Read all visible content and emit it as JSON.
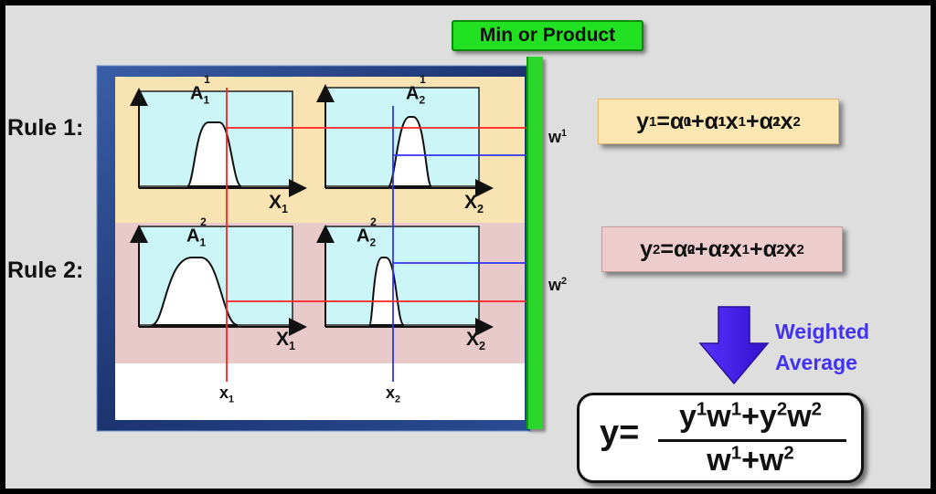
{
  "header": {
    "min_or_product": "Min or Product"
  },
  "rules": [
    {
      "label": "Rule 1:",
      "weight_base": "w",
      "weight_sup": "1"
    },
    {
      "label": "Rule 2:",
      "weight_base": "w",
      "weight_sup": "2"
    }
  ],
  "membership": {
    "A11_base": "A",
    "A11_sub": "1",
    "A11_sup": "1",
    "A21_base": "A",
    "A21_sub": "2",
    "A21_sup": "1",
    "A12_base": "A",
    "A12_sub": "1",
    "A12_sup": "2",
    "A22_base": "A",
    "A22_sub": "2",
    "A22_sup": "2"
  },
  "axes": {
    "X_base": "X",
    "X1_sub": "1",
    "X2_sub": "2",
    "x_base": "x",
    "x1_sub": "1",
    "x2_sub": "2"
  },
  "equations": {
    "y": "y",
    "alpha": "α",
    "x": "x",
    "eq": "=",
    "plus": "+",
    "one": "1",
    "two": "2",
    "zero": "0"
  },
  "weighted_average": {
    "line1": "Weighted",
    "line2": "Average"
  },
  "final": {
    "y_eq": "y=",
    "y": "y",
    "w": "w",
    "one": "1",
    "two": "2",
    "plus": "+"
  },
  "colors": {
    "rule1_band": "#f8e3b3",
    "rule2_band": "#e8caca",
    "panel_fill": "#ccf5f8",
    "red_line": "#ff2222",
    "blue_line": "#3333ee",
    "green_bar": "#2bd62b",
    "arrow": "#4422ee",
    "frame_blue": "#1e3a7a"
  }
}
